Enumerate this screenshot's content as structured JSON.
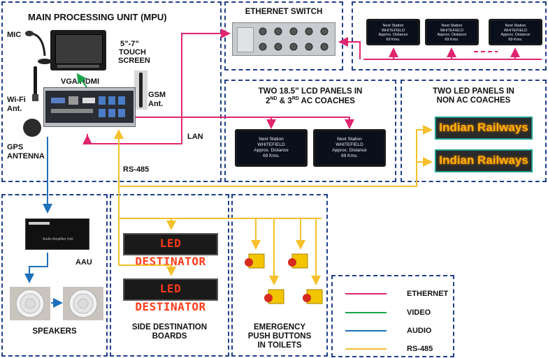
{
  "panels": {
    "mpu": {
      "title": "MAIN PROCESSING UNIT (MPU)"
    },
    "ethernet_switch": {
      "title": "ETHERNET SWITCH"
    },
    "lcd_panels": {
      "title_line1": "TWO 18.5” LCD PANELS IN",
      "title_line2_a": "2",
      "title_line2_sup1": "ND",
      "title_line2_b": " & 3",
      "title_line2_sup2": "RD",
      "title_line2_c": " AC COACHES"
    },
    "led_panels": {
      "title_line1": "TWO LED PANELS IN",
      "title_line2": "NON AC COACHES"
    },
    "speakers": {
      "aau_label": "AAU",
      "speakers_label": "SPEAKERS"
    },
    "side_boards": {
      "title_line1": "SIDE DESTINATION",
      "title_line2": "BOARDS"
    },
    "emergency": {
      "title_line1": "EMERGENCY",
      "title_line2": "PUSH BUTTONS",
      "title_line3": "IN TOILETS"
    }
  },
  "mpu_labels": {
    "mic": "MIC",
    "touch_screen_line1": "5”-7”",
    "touch_screen_line2": "TOUCH",
    "touch_screen_line3": "SCREEN",
    "vga_hdmi": "VGA/HDMI",
    "wifi_line1": "Wi-Fi",
    "wifi_line2": "Ant.",
    "gsm_line1": "GSM",
    "gsm_line2": "Ant.",
    "gps_line1": "GPS",
    "gps_line2": "ANTENNA",
    "lan": "LAN",
    "rs485": "RS-485"
  },
  "lcd_text": {
    "line1": "Next Station",
    "line2": "WHITEFIELD",
    "line3": "Approx. Distance",
    "line4": "69 Kms."
  },
  "led_panel_text": "Indian Railways",
  "led_board_text": "LED DESTINATOR",
  "aau_device_text": "Audio Amplifier Unit",
  "legend": [
    {
      "label": "ETHERNET",
      "color": "#e0246e"
    },
    {
      "label": "VIDEO",
      "color": "#1aa34a"
    },
    {
      "label": "AUDIO",
      "color": "#1d6fb8"
    },
    {
      "label": "RS-485",
      "color": "#f5c02c"
    }
  ],
  "colors": {
    "ethernet": "#e0246e",
    "video": "#1aa34a",
    "audio": "#1d6fb8",
    "rs485": "#f5c02c",
    "panel_border": "#1f3f8c"
  }
}
